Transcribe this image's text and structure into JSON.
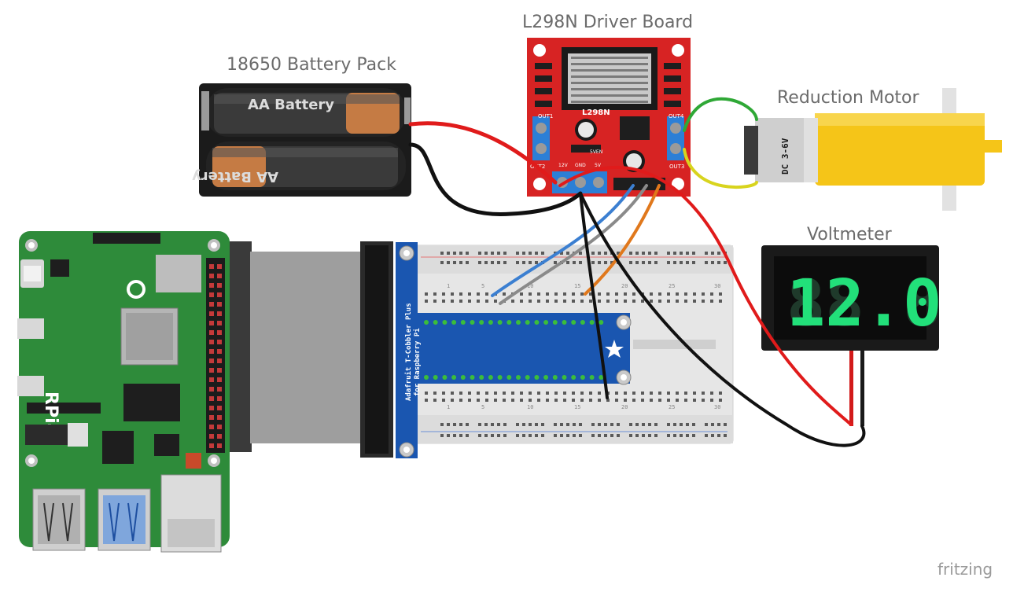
{
  "labels": {
    "battery_pack": "18650 Battery Pack",
    "driver_board": "L298N Driver Board",
    "motor": "Reduction Motor",
    "voltmeter": "Voltmeter",
    "watermark": "fritzing"
  },
  "battery": {
    "cell_top": "AA Battery",
    "cell_bottom": "AA Battery"
  },
  "driver": {
    "chip": "L298N",
    "out1": "OUT1",
    "out2": "OUT2",
    "out3": "OUT3",
    "out4": "OUT4",
    "v12": "12V",
    "gnd": "GND",
    "v5": "5V",
    "v5en": "5VEN"
  },
  "motor_body": {
    "rating": "DC 3-6V"
  },
  "voltmeter_display": {
    "reading": "12.0",
    "digit_color": "#22e07a"
  },
  "cobbler": {
    "line1": "Adafruit T-Cobbler Plus",
    "line2": "for Raspberry Pi"
  },
  "breadboard": {
    "col_top": [
      "1",
      "5",
      "10",
      "15",
      "20",
      "25",
      "30"
    ],
    "col_bottom": [
      "1",
      "5",
      "10",
      "15",
      "20",
      "25",
      "30"
    ]
  },
  "pi": {
    "brand": "RPi4"
  },
  "colors": {
    "pi_green": "#2e8b3a",
    "driver_red": "#d72323",
    "cobbler_blue": "#1a56b0",
    "motor_yellow": "#f5c518",
    "wire_red": "#e01b1b",
    "wire_black": "#111111",
    "wire_blue": "#3b7fd1",
    "wire_gray": "#8a8a8a",
    "wire_orange": "#e0781c",
    "wire_green": "#2fa836",
    "wire_yellow": "#d8d41e"
  }
}
